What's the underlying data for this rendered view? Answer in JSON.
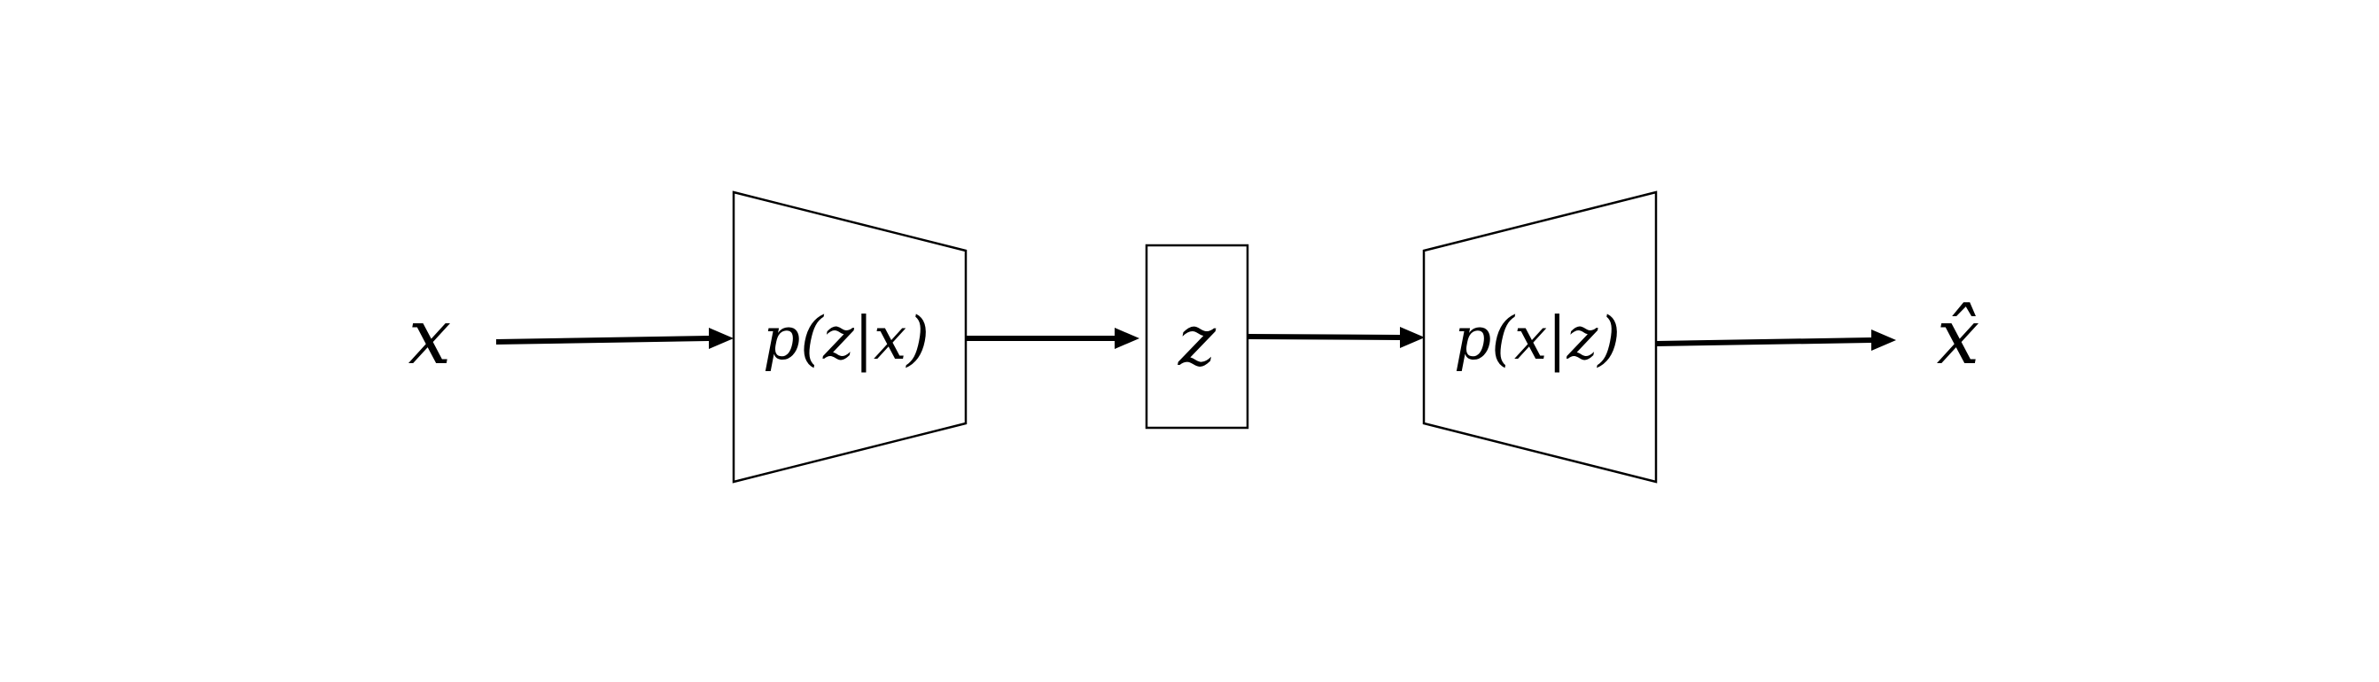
{
  "diagram": {
    "input_label": "x",
    "encoder_label": "p(z|x)",
    "latent_label": "z",
    "decoder_label": "p(x|z)",
    "output_label": "x̂"
  },
  "colors": {
    "stroke": "#000000",
    "background": "#ffffff"
  }
}
